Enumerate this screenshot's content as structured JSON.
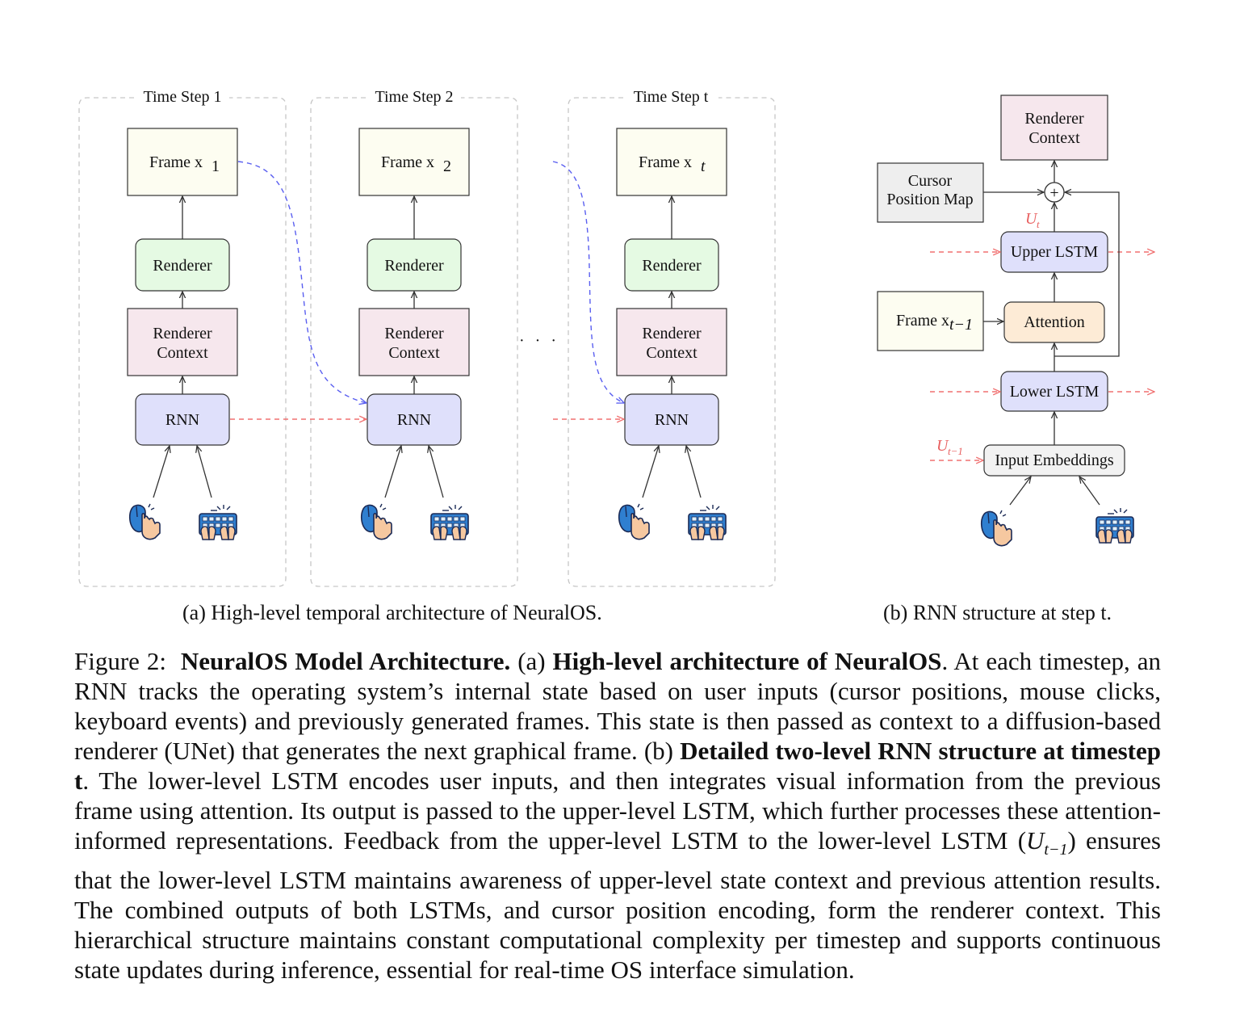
{
  "panel_a": {
    "steps": [
      {
        "title": "Time Step 1",
        "frame": "Frame x",
        "frame_sub": "1",
        "renderer": "Renderer",
        "context_1": "Renderer",
        "context_2": "Context",
        "rnn": "RNN"
      },
      {
        "title": "Time Step 2",
        "frame": "Frame x",
        "frame_sub": "2",
        "renderer": "Renderer",
        "context_1": "Renderer",
        "context_2": "Context",
        "rnn": "RNN"
      },
      {
        "title": "Time Step t",
        "frame": "Frame x",
        "frame_sub": "t",
        "renderer": "Renderer",
        "context_1": "Renderer",
        "context_2": "Context",
        "rnn": "RNN"
      }
    ],
    "ellipsis": "· · ·",
    "caption": "(a) High-level temporal architecture of NeuralOS."
  },
  "panel_b": {
    "renderer_context_1": "Renderer",
    "renderer_context_2": "Context",
    "cursor_map_1": "Cursor",
    "cursor_map_2": "Position Map",
    "sum_symbol": "+",
    "ut_label": "U",
    "ut_sub": "t",
    "upper_lstm": "Upper LSTM",
    "frame_prev": "Frame x",
    "frame_prev_sub": "t−1",
    "attention": "Attention",
    "lower_lstm": "Lower LSTM",
    "ut1_label": "U",
    "ut1_sub": "t−1",
    "input_embeddings": "Input Embeddings",
    "caption": "(b) RNN structure at step t."
  },
  "colors": {
    "frame_fill": "#fdfdf1",
    "renderer_fill": "#e5fae3",
    "context_fill": "#f6e7ed",
    "rnn_fill": "#dfe0fb",
    "attention_fill": "#fdebd6",
    "cursor_fill": "#eeeeee",
    "embed_fill": "#f2f2f2",
    "blue_dash": "#5a5ff0",
    "red_dash": "#f07070",
    "icon_blue": "#2f7fd0"
  },
  "icons": [
    "mouse-click-icon",
    "keyboard-typing-icon"
  ],
  "caption": {
    "lead": "Figure 2:",
    "title_bold": "NeuralOS Model Architecture.",
    "part_a_label": "(a)",
    "part_a_bold": "High-level architecture of NeuralOS",
    "part_a_text": ". At each timestep, an RNN tracks the operating system’s internal state based on user inputs (cursor positions, mouse clicks, keyboard events) and previously generated frames. This state is then passed as context to a diffusion-based renderer (UNet) that generates the next graphical frame. (b)",
    "part_b_bold": "Detailed two-level RNN structure at timestep t",
    "part_b_text_1": ". The lower-level LSTM encodes user inputs, and then integrates visual information from the previous frame using attention. Its output is passed to the upper-level LSTM, which further processes these attention-informed representations. Feedback from the upper-level LSTM to the lower-level LSTM (",
    "part_b_math": "U",
    "part_b_math_sub": "t−1",
    "part_b_text_2": ") ensures that the lower-level LSTM maintains awareness of upper-level state context and previous attention results. The combined outputs of both LSTMs, and cursor position encoding, form the renderer context. This hierarchical structure maintains constant computational complexity per timestep and supports continuous state updates during inference, essential for real-time OS interface simulation."
  }
}
